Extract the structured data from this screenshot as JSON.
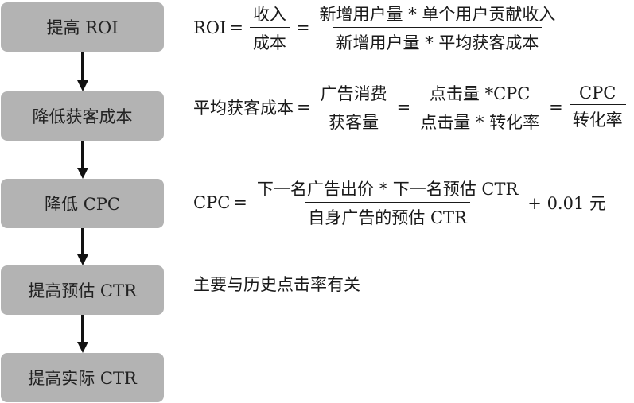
{
  "flow": {
    "steps": [
      {
        "label": "提高 ROI"
      },
      {
        "label": "降低获客成本"
      },
      {
        "label": "降低 CPC"
      },
      {
        "label": "提高预估 CTR"
      },
      {
        "label": "提高实际 CTR"
      }
    ],
    "box_color": "#b3b3b3",
    "arrow_color": "#111111"
  },
  "formulas": {
    "roi": {
      "lhs": "ROI",
      "eq1": "=",
      "frac1": {
        "num": "收入",
        "den": "成本"
      },
      "eq2": "=",
      "frac2": {
        "num": "新增用户量 * 单个用户贡献收入",
        "den": "新增用户量 * 平均获客成本"
      }
    },
    "cac": {
      "lhs": "平均获客成本",
      "eq1": "=",
      "frac1": {
        "num": "广告消费",
        "den": "获客量"
      },
      "eq2": "=",
      "frac2": {
        "num": "点击量 *CPC",
        "den": "点击量 * 转化率"
      },
      "eq3": "=",
      "frac3": {
        "num": "CPC",
        "den": "转化率"
      }
    },
    "cpc": {
      "lhs": "CPC",
      "eq1": "=",
      "frac1": {
        "num": "下一名广告出价 * 下一名预估 CTR",
        "den": "自身广告的预估 CTR"
      },
      "tail": "+ 0.01 元"
    },
    "ctr_note": "主要与历史点击率有关"
  }
}
